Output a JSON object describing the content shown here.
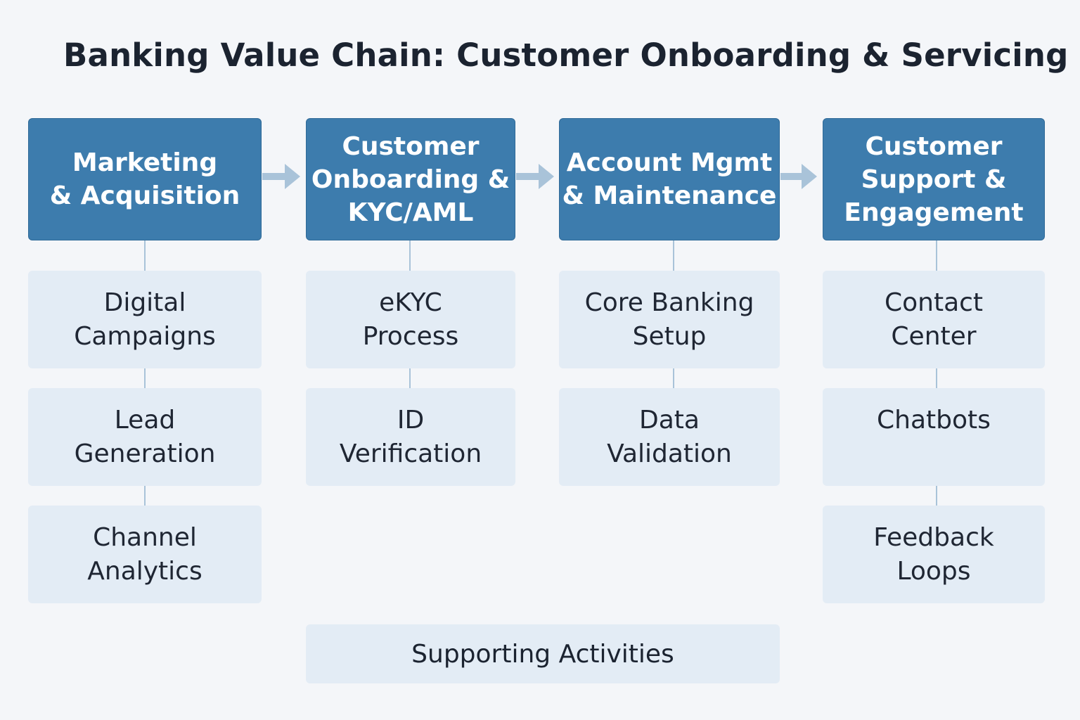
{
  "title": "Banking Value Chain: Customer Onboarding & Servicing",
  "stages": [
    {
      "label": "Marketing\n& Acquisition",
      "activities": [
        "Digital\nCampaigns",
        "Lead\nGeneration",
        "Channel\nAnalytics"
      ]
    },
    {
      "label": "Customer\nOnboarding &\nKYC/AML",
      "activities": [
        "eKYC\nProcess",
        "ID\nVerification"
      ]
    },
    {
      "label": "Account Mgmt\n& Maintenance",
      "activities": [
        "Core Banking\nSetup",
        "Data\nValidation"
      ]
    },
    {
      "label": "Customer\nSupport &\nEngagement",
      "activities": [
        "Contact\nCenter",
        "Chatbots",
        "Feedback\nLoops"
      ]
    }
  ],
  "supporting": "Supporting Activities",
  "colors": {
    "stage_fill": "#3d7cad",
    "activity_fill": "#e3ecf5",
    "connector": "#a9c3d9",
    "background": "#f4f6f9"
  }
}
